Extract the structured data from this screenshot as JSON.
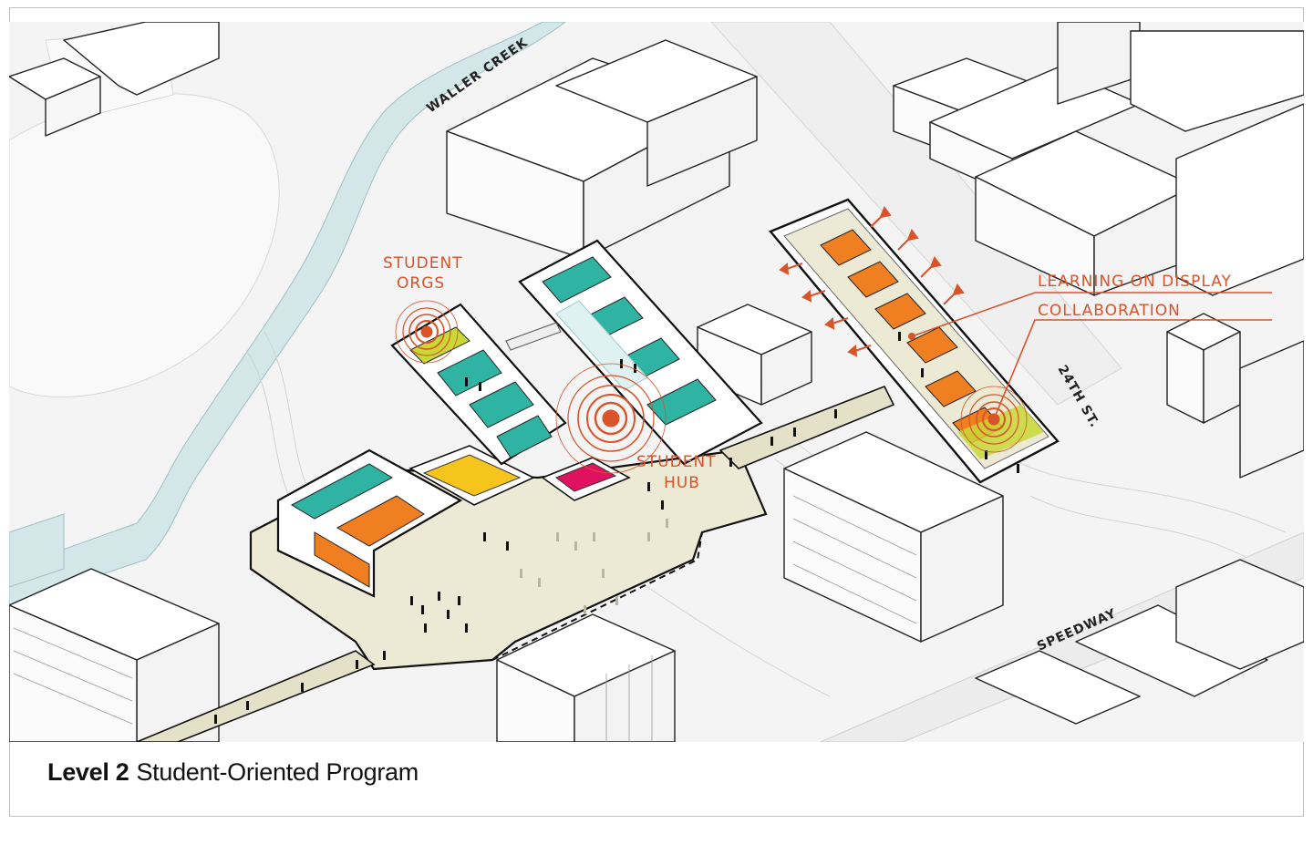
{
  "caption": {
    "level": "Level 2",
    "title": "Student-Oriented Program"
  },
  "labels": {
    "student_orgs_line1": "STUDENT",
    "student_orgs_line2": "ORGS",
    "student_hub_line1": "STUDENT",
    "student_hub_line2": "HUB",
    "learning_on_display": "LEARNING ON DISPLAY",
    "collaboration": "COLLABORATION"
  },
  "streets": {
    "waller_creek": "WALLER CREEK",
    "twenty_fourth": "24TH ST.",
    "speedway": "SPEEDWAY"
  },
  "colors": {
    "accent_red": "#d9532b",
    "teal": "#2fb3a3",
    "orange": "#f07f22",
    "yellow": "#f5c51e",
    "magenta": "#e0115f",
    "creek": "#d3e7e9",
    "floor": "#ece9d4"
  }
}
